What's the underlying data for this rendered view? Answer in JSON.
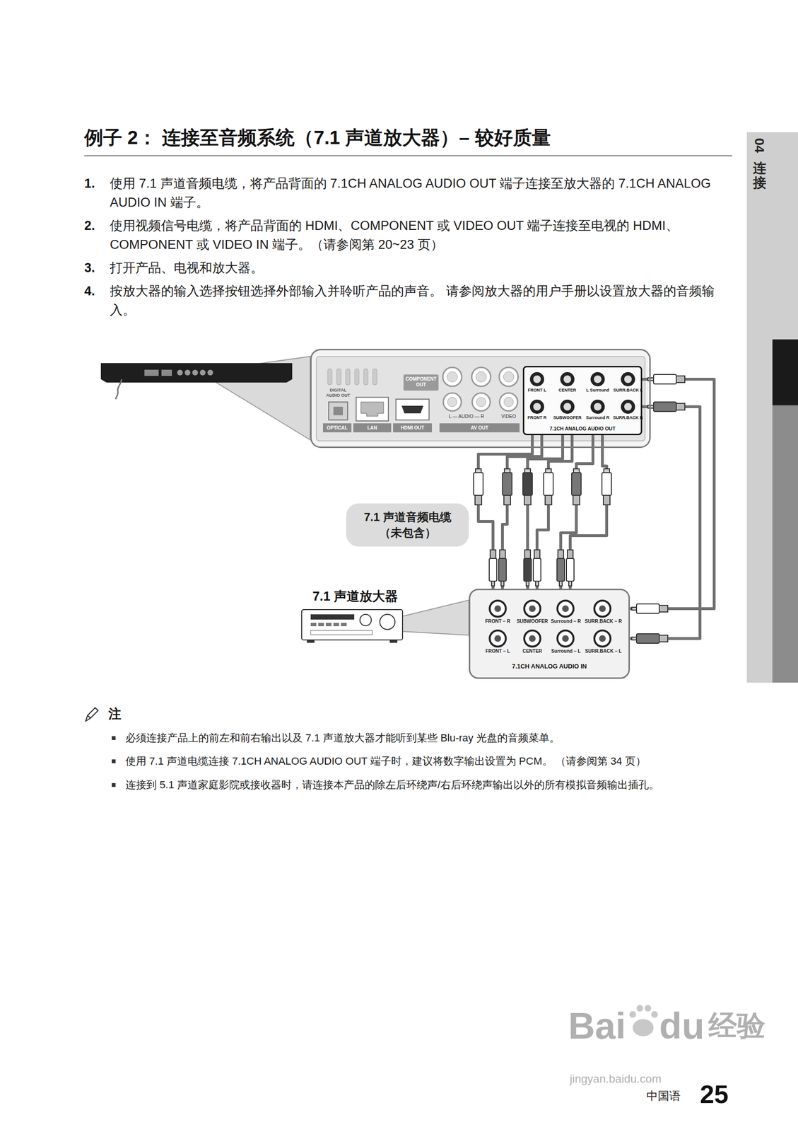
{
  "diagram": {
    "title": "例子 2： 连接至音频系统（7.1 声道放大器）– 较好质量",
    "nodes": [
      {
        "text": [
          "COMPONENT OUT",
          "DIGITAL AUDIO OUT",
          "L — AUDIO — R",
          "VIDEO",
          "OPTICAL",
          "LAN",
          "HDMI OUT",
          "AV OUT"
        ]
      },
      {
        "text": [
          "FRONT L",
          "CENTER",
          "L Surround",
          "SURR.BACK L",
          "FRONT R",
          "SUBWOOFER",
          "Surround R",
          "SURR.BACK R",
          "7.1CH ANALOG AUDIO OUT"
        ],
        "in": 0
      },
      {
        "text": [
          "7.1 声道音频电缆 （未包含）"
        ]
      },
      {
        "text": [
          "FRONT – R",
          "SUBWOOFER",
          "Surround – R",
          "SURR.BACK – R",
          "FRONT – L",
          "CENTER",
          "Surround – L",
          "SURR.BACK – L",
          "7.1CH ANALOG AUDIO IN"
        ]
      }
    ],
    "edges": [
      {
        "from": 1,
        "to": 3,
        "arrow": "none"
      },
      {
        "from": 1,
        "to": 3,
        "arrow": "none"
      },
      {
        "from": 1,
        "to": 3,
        "arrow": "none"
      },
      {
        "from": 1,
        "to": 3,
        "arrow": "none"
      },
      {
        "from": 1,
        "to": 3,
        "arrow": "none"
      },
      {
        "from": 1,
        "to": 3,
        "arrow": "none"
      },
      {
        "from": 1,
        "to": 3,
        "arrow": "none"
      },
      {
        "from": 1,
        "to": 3,
        "arrow": "none"
      }
    ],
    "labels": [
      "1.",
      "使用 7.1 声道音频电缆，将产品背面的 7.1CH ANALOG AUDIO OUT 端子连接至放大器的 7.1CH ANALOG AUDIO IN 端子。",
      "2.",
      "使用视频信号电缆，将产品背面的 HDMI、COMPONENT 或 VIDEO OUT 端子连接至电视的 HDMI、COMPONENT 或 VIDEO IN 端子。（请参阅第 20~23 页）",
      "3.",
      "打开产品、电视和放大器。",
      "4.",
      "按放大器的输入选择按钮选择外部输入并聆听产品的声音。 请参阅放大器的用户手册以设置放大器的音频输入。",
      "7.1 声道放大器",
      "注",
      "必须连接产品上的前左和前右输出以及 7.1 声道放大器才能听到某些 Blu-ray 光盘的音频菜单。",
      "使用 7.1 声道电缆连接 7.1CH ANALOG AUDIO OUT 端子时，建议将数字输出设置为 PCM。 （请参阅第 34 页）",
      "连接到 5.1 声道家庭影院或接收器时，请连接本产品的除左后环绕声/右后环绕声输出以外的所有模拟音频输出插孔。",
      "04",
      "连接",
      "中国语",
      "25",
      "Bai",
      "du",
      "经验",
      "jingyan.baidu.com"
    ]
  }
}
